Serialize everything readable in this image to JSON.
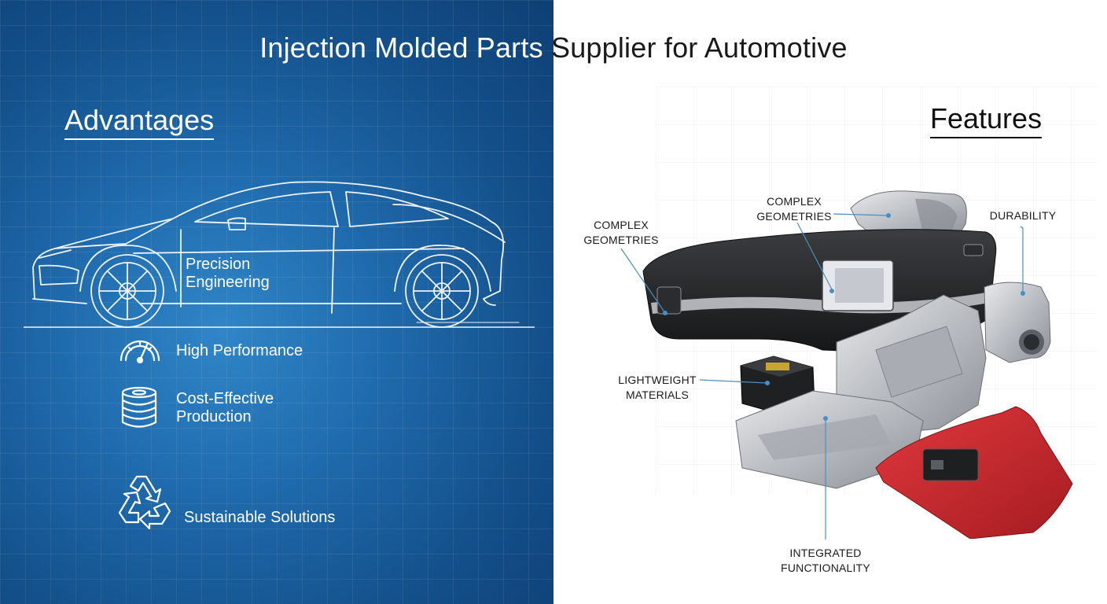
{
  "title": {
    "part_light": "Injection Molded Parts",
    "part_dark": " Supplier for Automotive"
  },
  "advantages": {
    "heading": "Advantages",
    "items": [
      {
        "label": "Precision Engineering",
        "icon": "car-blueprint-icon"
      },
      {
        "label": "High Performance",
        "icon": "speedometer-icon"
      },
      {
        "label": "Cost-Effective Production",
        "icon": "stacked-coins-icon"
      },
      {
        "label": "Sustainable Solutions",
        "icon": "recycle-icon"
      }
    ]
  },
  "features": {
    "heading": "Features",
    "callouts": [
      {
        "label": "COMPLEX GEOMETRIES"
      },
      {
        "label": "COMPLEX GEOMETRIES"
      },
      {
        "label": "DURABILITY"
      },
      {
        "label": "LIGHTWEIGHT MATERIALS"
      },
      {
        "label": "INTEGRATED FUNCTIONALITY"
      }
    ]
  },
  "colors": {
    "left_panel": "#1f6aac",
    "accent_red": "#c8252b",
    "callout_line": "#4a8fc2"
  }
}
